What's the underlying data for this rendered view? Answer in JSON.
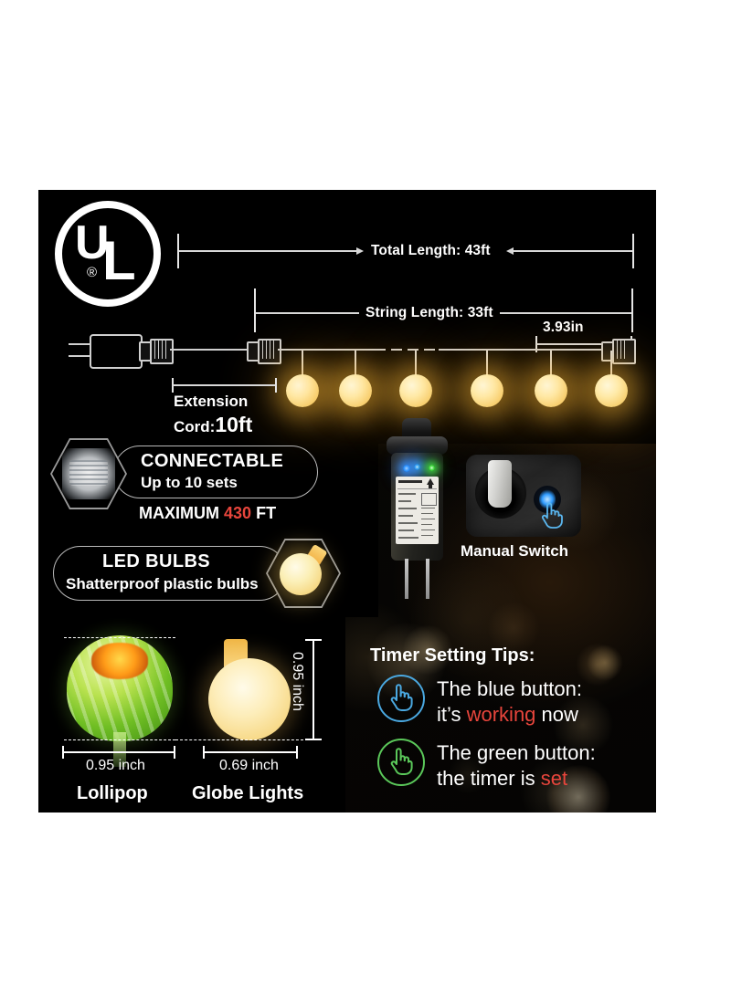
{
  "meta": {
    "page_background": "#ffffff",
    "panel_background": "#000000",
    "accent_red": "#e8453c",
    "accent_blue": "#3aa0ff",
    "accent_green": "#4de04a",
    "bulb_color": "#f8d275"
  },
  "certification": {
    "name": "ul-listed-mark",
    "letter_u": "U",
    "letter_l": "L",
    "registered_mark": "®"
  },
  "dimensions": {
    "total_length": "Total Length: 43ft",
    "string_length": "String Length: 33ft",
    "bulb_spacing": "3.93in",
    "extension_line1": "Extension",
    "extension_line2_prefix": "Cord:",
    "extension_line2_value": "10ft"
  },
  "features": {
    "connectable": {
      "title": "CONNECTABLE",
      "subtitle": "Up to 10 sets",
      "maximum_prefix": "MAXIMUM",
      "maximum_value": "430",
      "maximum_suffix": "FT"
    },
    "led_bulbs": {
      "title": "LED BULBS",
      "subtitle": "Shatterproof plastic bulbs"
    }
  },
  "manual_switch": {
    "label": "Manual Switch"
  },
  "timer_tips": {
    "heading": "Timer Setting Tips:",
    "items": [
      {
        "icon": "hand-pointer-icon-blue",
        "color": "#4aa8e0",
        "line1": "The blue button:",
        "line2_prefix": "it’s ",
        "line2_highlight": "working",
        "line2_suffix": " now"
      },
      {
        "icon": "hand-pointer-icon-green",
        "color": "#5bc85a",
        "line1": "The green button:",
        "line2_prefix": "the timer is ",
        "line2_highlight": "set",
        "line2_suffix": ""
      }
    ]
  },
  "size_comparison": {
    "lollipop": {
      "name": "Lollipop",
      "width": "0.95 inch"
    },
    "globe": {
      "name": "Globe Lights",
      "width": "0.69 inch",
      "height": "0.95 inch"
    }
  }
}
